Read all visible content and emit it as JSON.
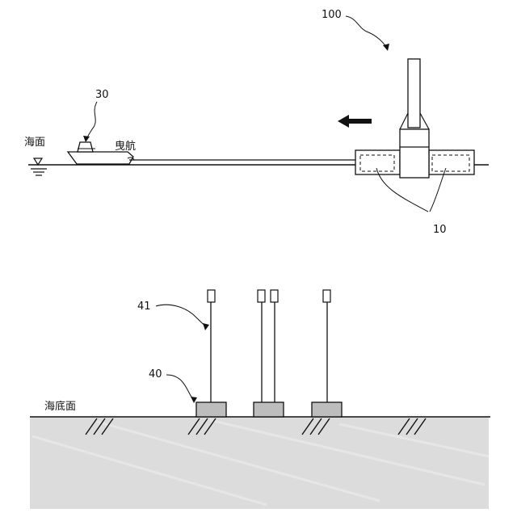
{
  "labels": {
    "ref_100": "100",
    "ref_30": "30",
    "ref_10": "10",
    "ref_41": "41",
    "ref_40": "40",
    "sea_surface": "海面",
    "towing": "曳航",
    "seabed": "海底面"
  },
  "colors": {
    "line": "#111111",
    "seabed_fill": "#dcdcdc",
    "anchor_fill": "#bdbdbd",
    "background": "#ffffff"
  }
}
